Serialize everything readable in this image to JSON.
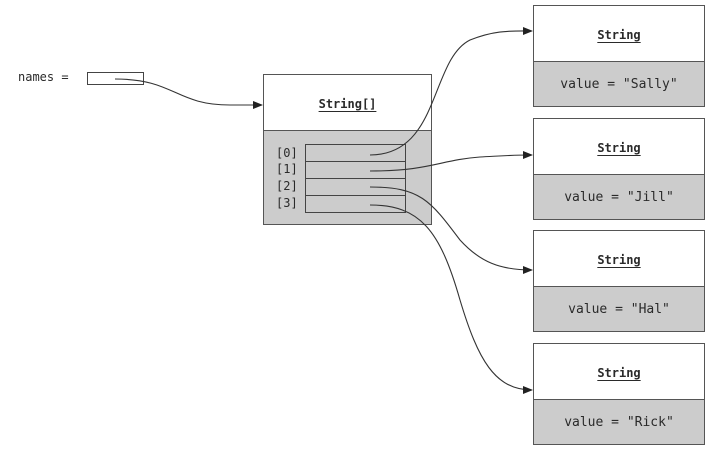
{
  "variable": {
    "label": "names ="
  },
  "array": {
    "type_label": "String[]",
    "indices": [
      "[0]",
      "[1]",
      "[2]",
      "[3]"
    ]
  },
  "strings": [
    {
      "type_label": "String",
      "value_text": "value = \"Sally\""
    },
    {
      "type_label": "String",
      "value_text": "value = \"Jill\""
    },
    {
      "type_label": "String",
      "value_text": "value = \"Hal\""
    },
    {
      "type_label": "String",
      "value_text": "value = \"Rick\""
    }
  ]
}
